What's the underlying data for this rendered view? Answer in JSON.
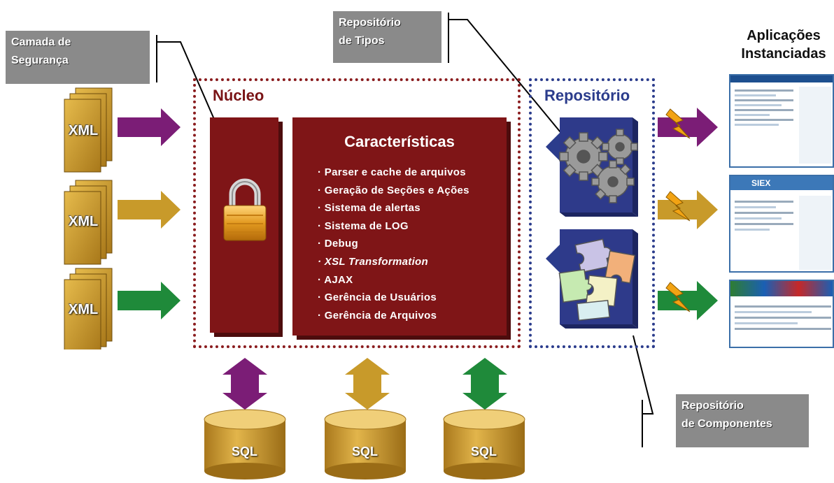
{
  "callouts": {
    "security": [
      "Camada de",
      "Segurança"
    ],
    "types": [
      "Repositório",
      "de Tipos"
    ],
    "components": [
      "Repositório",
      "de Componentes"
    ]
  },
  "inputs": [
    "XML",
    "XML",
    "XML"
  ],
  "core": {
    "title": "Núcleo",
    "features_title": "Características",
    "features": [
      "Parser e cache de arquivos",
      "Geração de Seções e Ações",
      "Sistema de alertas",
      "Sistema de LOG",
      "Debug",
      "XSL Transformation",
      "AJAX",
      "Gerência de Usuários",
      "Gerência de Arquivos"
    ]
  },
  "repository": {
    "title": "Repositório"
  },
  "databases": [
    "SQL",
    "SQL",
    "SQL"
  ],
  "applications": {
    "title": [
      "Aplicações",
      "Instanciadas"
    ],
    "thumb2_title": "SIEX"
  },
  "colors": {
    "core_red": "#7f1517",
    "repo_blue": "#2b3c8c",
    "purple": "#7b1d76",
    "gold": "#c89a2a",
    "green": "#1f8a3a",
    "callout_gray": "#8a8a8a"
  }
}
